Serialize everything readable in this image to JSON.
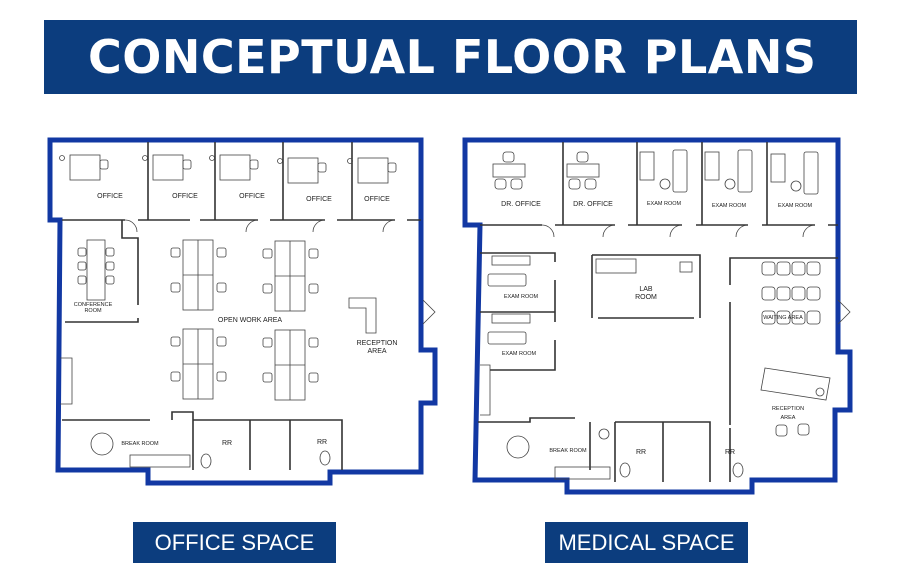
{
  "header": {
    "title": "CONCEPTUAL FLOOR PLANS"
  },
  "colors": {
    "banner": "#0c3d7e",
    "plan_outline": "#1238a3",
    "text_on_banner": "#ffffff"
  },
  "office_plan": {
    "caption": "OFFICE SPACE",
    "rooms": {
      "office_1": "OFFICE",
      "office_2": "OFFICE",
      "office_3": "OFFICE",
      "office_4": "OFFICE",
      "office_5": "OFFICE",
      "conference_line1": "CONFERENCE",
      "conference_line2": "ROOM",
      "open_work": "OPEN WORK AREA",
      "reception_line1": "RECEPTION",
      "reception_line2": "AREA",
      "break_room": "BREAK ROOM",
      "rr_1": "RR",
      "rr_2": "RR"
    }
  },
  "medical_plan": {
    "caption": "MEDICAL SPACE",
    "rooms": {
      "dr_office_1": "DR. OFFICE",
      "dr_office_2": "DR. OFFICE",
      "exam_1": "EXAM ROOM",
      "exam_2": "EXAM ROOM",
      "exam_3": "EXAM ROOM",
      "exam_4": "EXAM ROOM",
      "exam_5": "EXAM ROOM",
      "lab_line1": "LAB",
      "lab_line2": "ROOM",
      "waiting": "WAITING AREA",
      "reception_line1": "RECEPTION",
      "reception_line2": "AREA",
      "break_room": "BREAK ROOM",
      "rr_1": "RR",
      "rr_2": "RR"
    }
  }
}
